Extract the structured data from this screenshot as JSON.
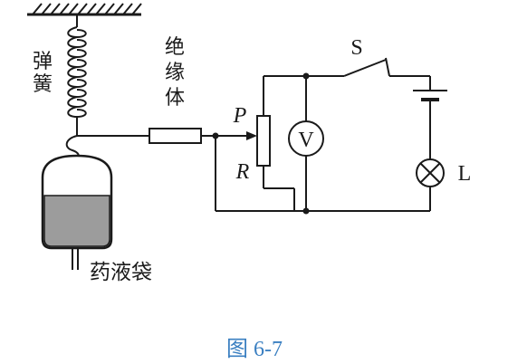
{
  "labels": {
    "spring": [
      "弹",
      "簧"
    ],
    "insulator": [
      "绝",
      "缘",
      "体"
    ],
    "bag": "药液袋",
    "slider": "P",
    "resistor": "R",
    "switch": "S",
    "lamp": "L",
    "voltmeter": "V"
  },
  "caption": "图 6-7",
  "colors": {
    "ink": "#1a1a1a",
    "liquid": "#9c9c9c",
    "caption": "#3a7fc1",
    "background": "#ffffff"
  }
}
